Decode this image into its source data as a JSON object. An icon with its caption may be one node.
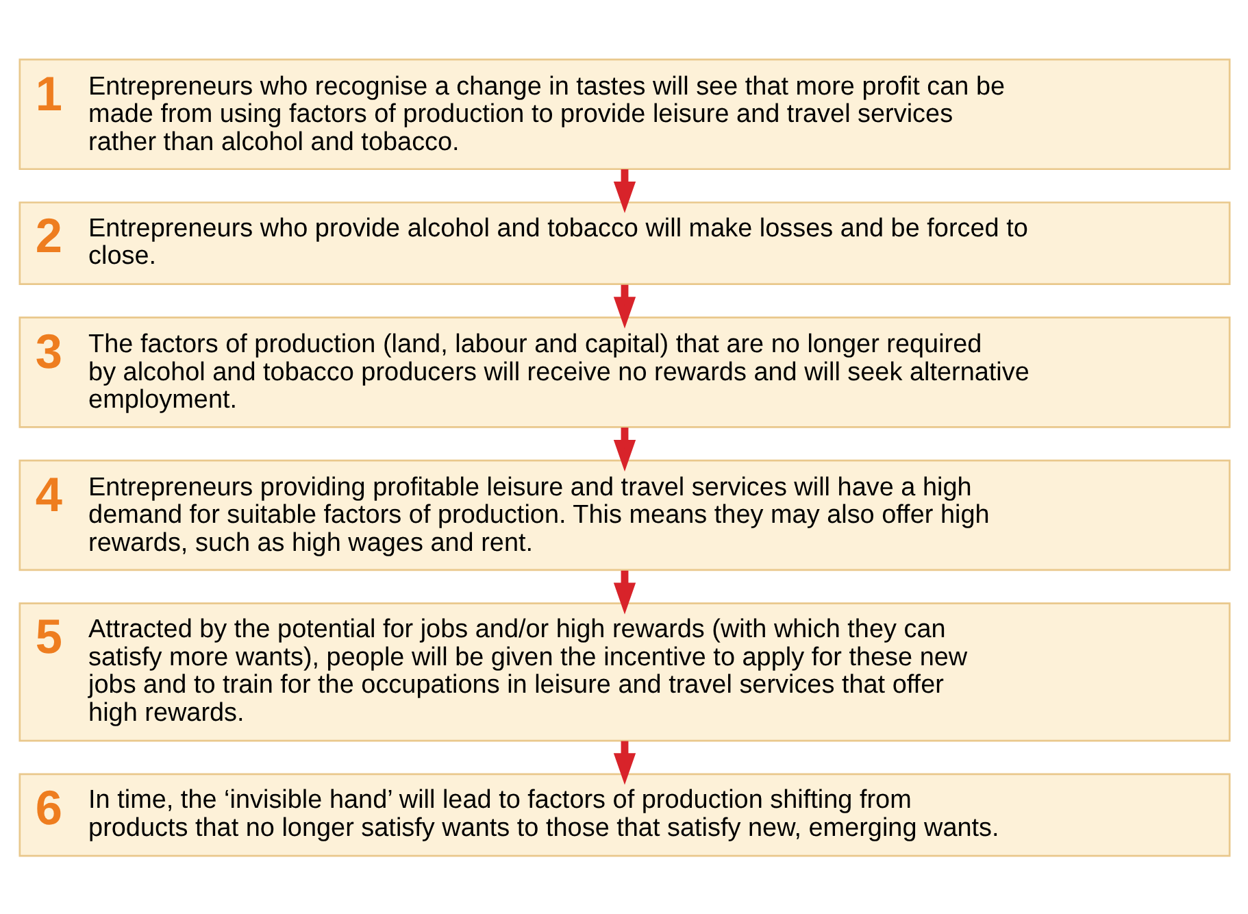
{
  "diagram": {
    "nodes": [
      {
        "text": [
          "1",
          "Entrepreneurs who recognise a change in tastes will see that more profit can be made from using factors of production to provide leisure and travel services rather than alcohol and tobacco."
        ]
      },
      {
        "text": [
          "2",
          "Entrepreneurs who provide alcohol and tobacco will make losses and be forced to close."
        ]
      },
      {
        "text": [
          "3",
          "The factors of production (land, labour and capital) that are no longer required by alcohol and tobacco producers will receive no rewards and will seek alternative employment."
        ]
      },
      {
        "text": [
          "4",
          "Entrepreneurs providing profitable leisure and travel services will have a high demand for suitable factors of production. This means they may also offer high rewards, such as high wages and rent."
        ]
      },
      {
        "text": [
          "5",
          "Attracted by the potential for jobs and/or high rewards (with which they can satisfy more wants), people will be given the incentive to apply for these new jobs and to train for the occupations in leisure and travel services that offer high rewards."
        ]
      },
      {
        "text": [
          "6",
          "In time, the ‘invisible hand’ will lead to factors of production shifting from products that no longer satisfy wants to those that satisfy new, emerging wants."
        ]
      }
    ],
    "edges": [
      {
        "from": 0,
        "to": 1,
        "arrow": "to"
      },
      {
        "from": 1,
        "to": 2,
        "arrow": "to"
      },
      {
        "from": 2,
        "to": 3,
        "arrow": "to"
      },
      {
        "from": 3,
        "to": 4,
        "arrow": "to"
      },
      {
        "from": 4,
        "to": 5,
        "arrow": "to"
      }
    ]
  }
}
